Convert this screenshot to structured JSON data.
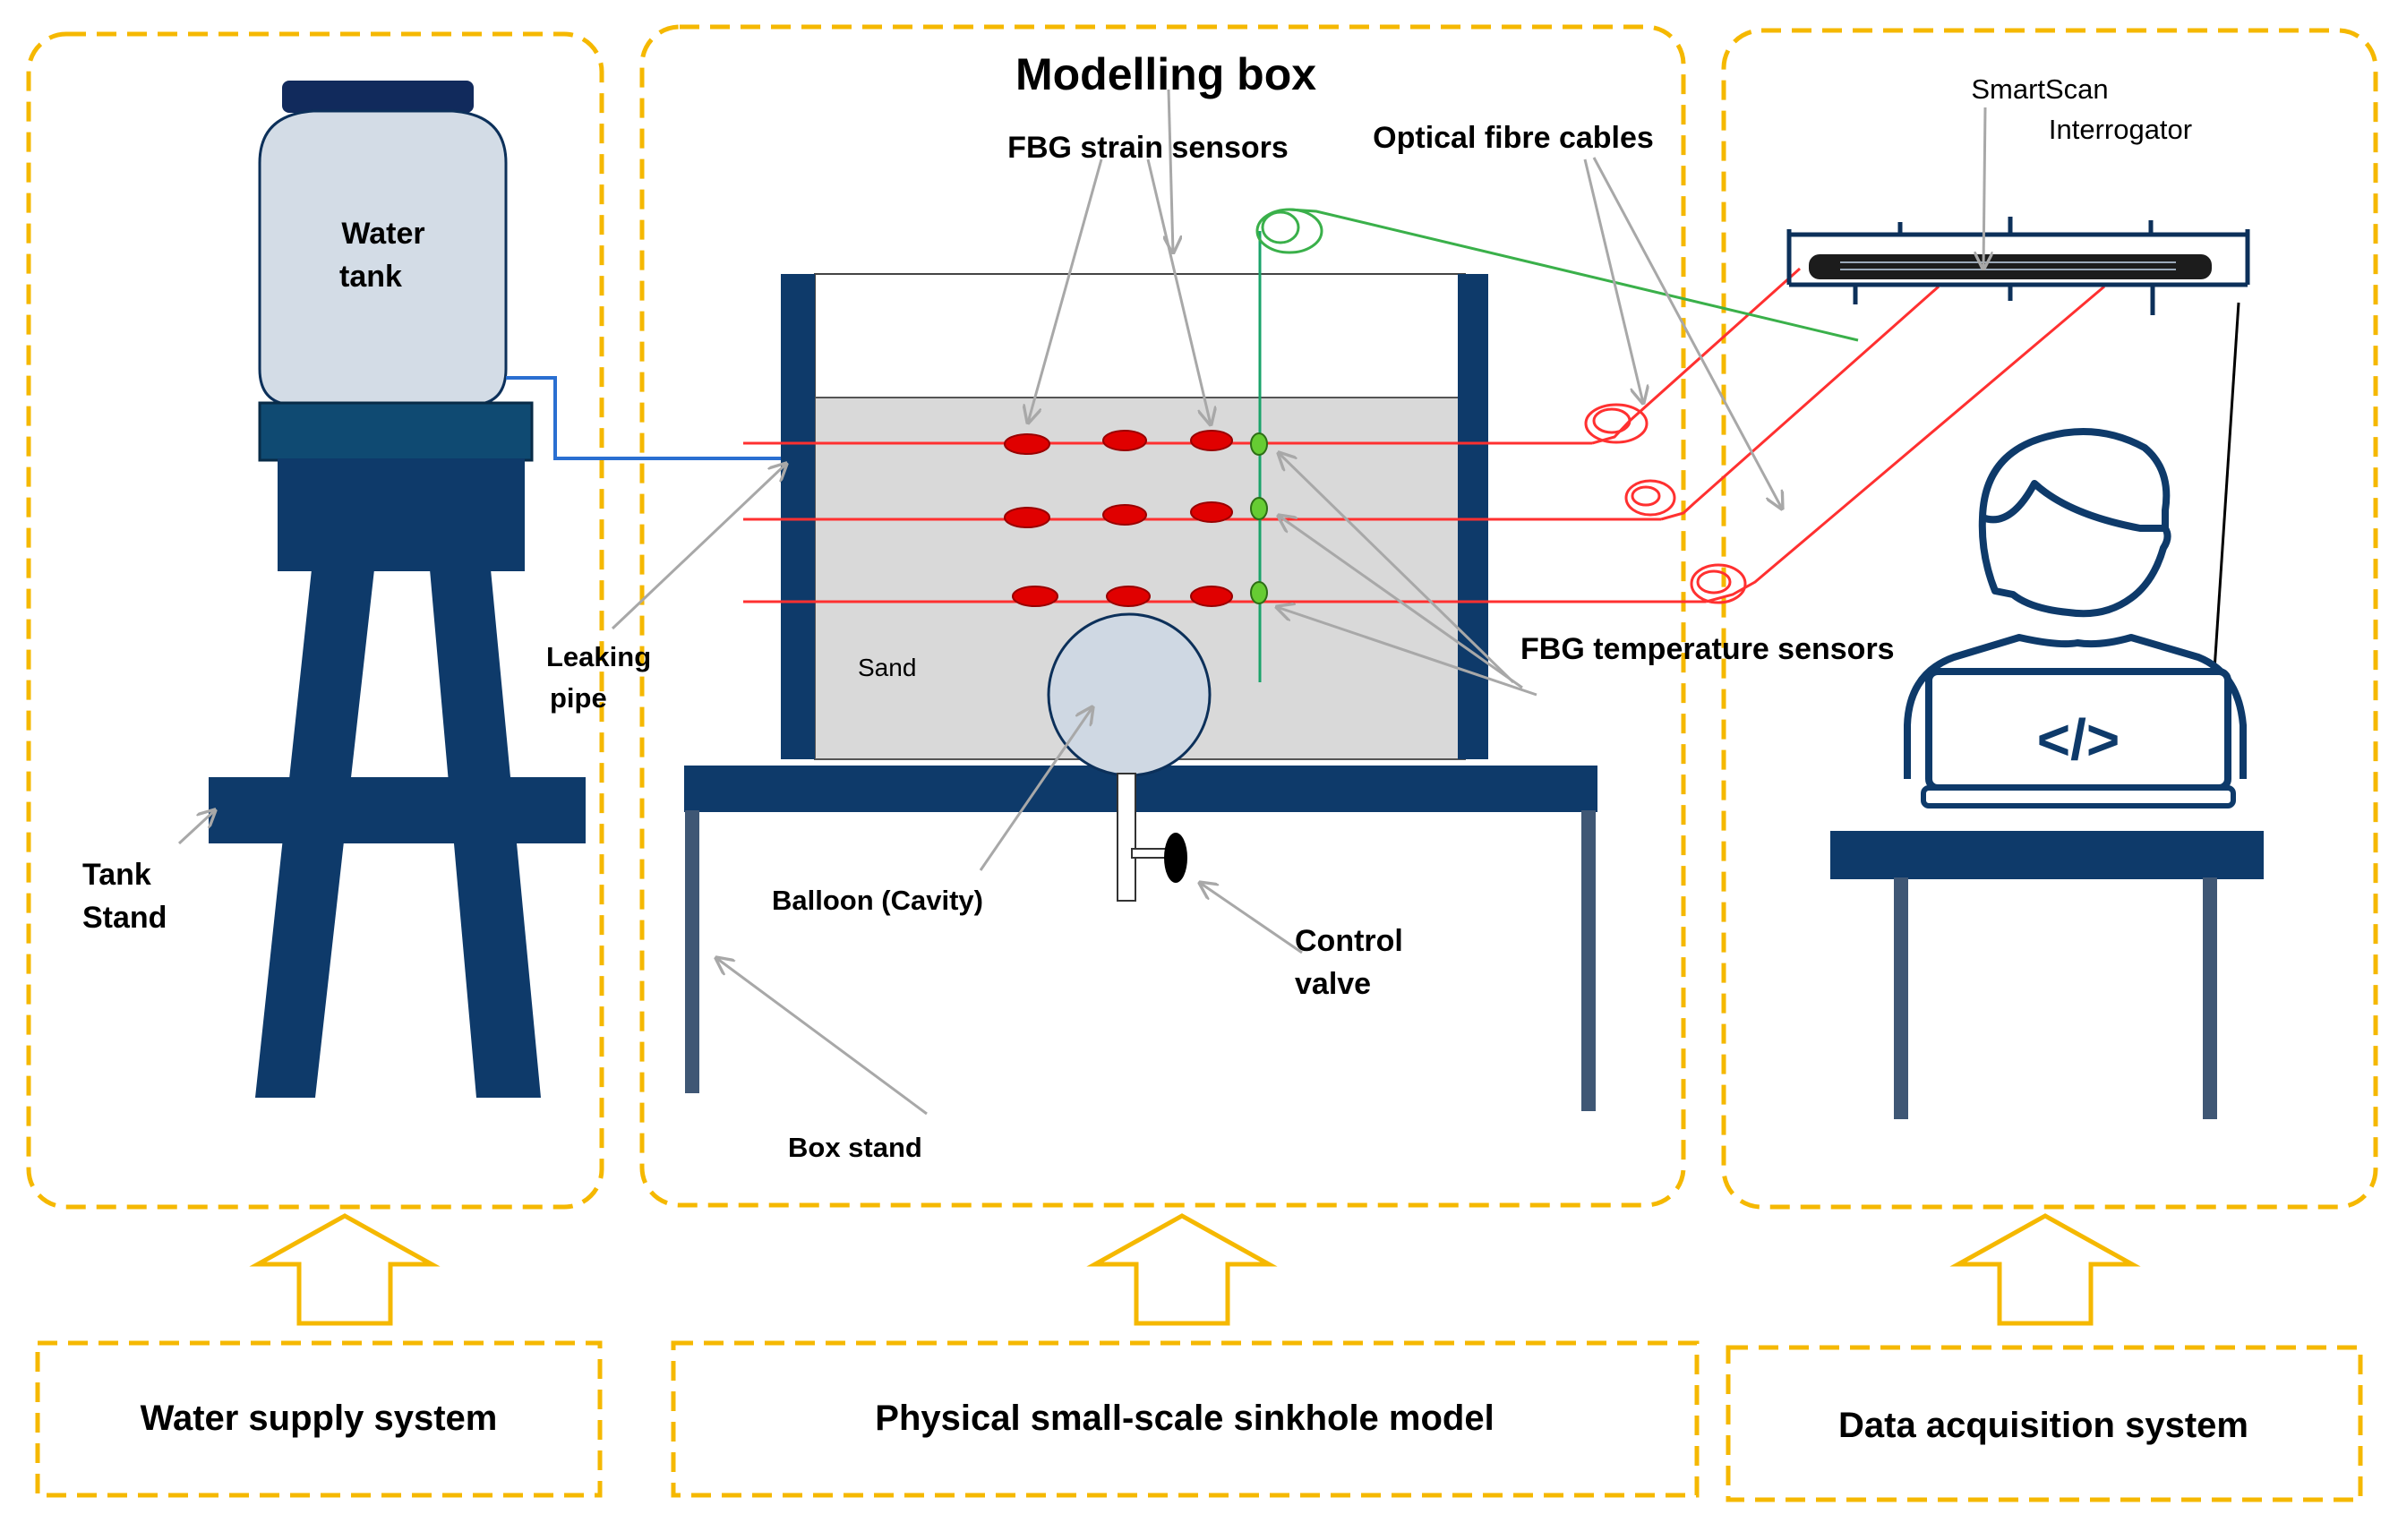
{
  "title": "Modelling box",
  "labels": {
    "water_tank_l1": "Water",
    "water_tank_l2": "tank",
    "tank_stand_l1": "Tank",
    "tank_stand_l2": "Stand",
    "leaking_pipe_l1": "Leaking",
    "leaking_pipe_l2": "pipe",
    "sand": "Sand",
    "balloon": "Balloon (Cavity)",
    "control_valve_l1": "Control",
    "control_valve_l2": "valve",
    "box_stand": "Box stand",
    "fbg_strain": "FBG strain sensors",
    "optical_fibre": "Optical fibre cables",
    "fbg_temperature": "FBG temperature sensors",
    "interrogator_l1": "SmartScan",
    "interrogator_l2": "Interrogator",
    "code_symbol": "</>"
  },
  "systems": [
    "Water supply system",
    "Physical small-scale sinkhole model",
    "Data acquisition system"
  ],
  "colors": {
    "frame": "#f5b800",
    "navy": "#0e3a6a",
    "navy_dark": "#0c305a",
    "sand": "#d9d9d9",
    "tank": "#d3dce6",
    "fibre": "#ff3030",
    "sensor_red": "#e00000",
    "sensor_green": "#66cc33",
    "green_line": "#3ab04a",
    "water_pipe": "#2a6fd1",
    "balloon": "#cfd8e3",
    "arrow_gray": "#a8a8a8"
  }
}
